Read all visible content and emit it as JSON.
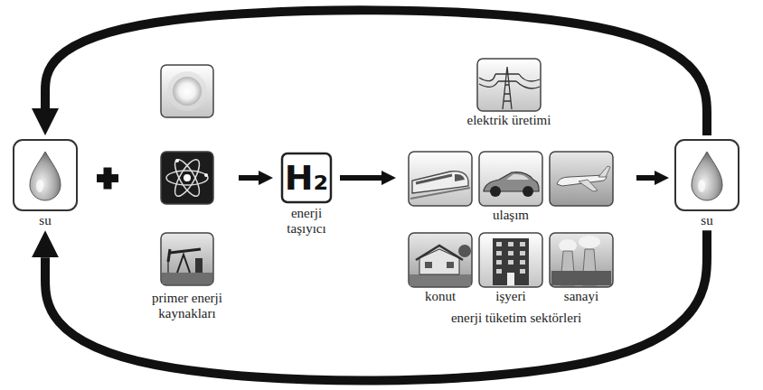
{
  "diagram": {
    "nodes": [
      {
        "text": [
          "su"
        ]
      },
      {
        "text": [
          "primer enerji kaynakları"
        ]
      },
      {
        "text": [
          "H₂",
          "enerji taşıyıcı"
        ]
      },
      {
        "text": [
          "enerji tüketim sektörleri"
        ]
      },
      {
        "text": [
          "elektrik üretimi"
        ],
        "in": 3
      },
      {
        "text": [
          "ulaşım"
        ],
        "in": 3
      },
      {
        "text": [
          "konut"
        ],
        "in": 3
      },
      {
        "text": [
          "işyeri"
        ],
        "in": 3
      },
      {
        "text": [
          "sanayi"
        ],
        "in": 3
      },
      {
        "text": [
          "su"
        ]
      }
    ],
    "edges": [
      {
        "from": 1,
        "to": 2,
        "arrow": "to"
      },
      {
        "from": 2,
        "to": 3,
        "arrow": "to"
      },
      {
        "from": 3,
        "to": 9,
        "arrow": "to"
      },
      {
        "from": 9,
        "to": 0,
        "arrow": "to"
      },
      {
        "from": 9,
        "to": 0,
        "arrow": "to"
      }
    ]
  }
}
